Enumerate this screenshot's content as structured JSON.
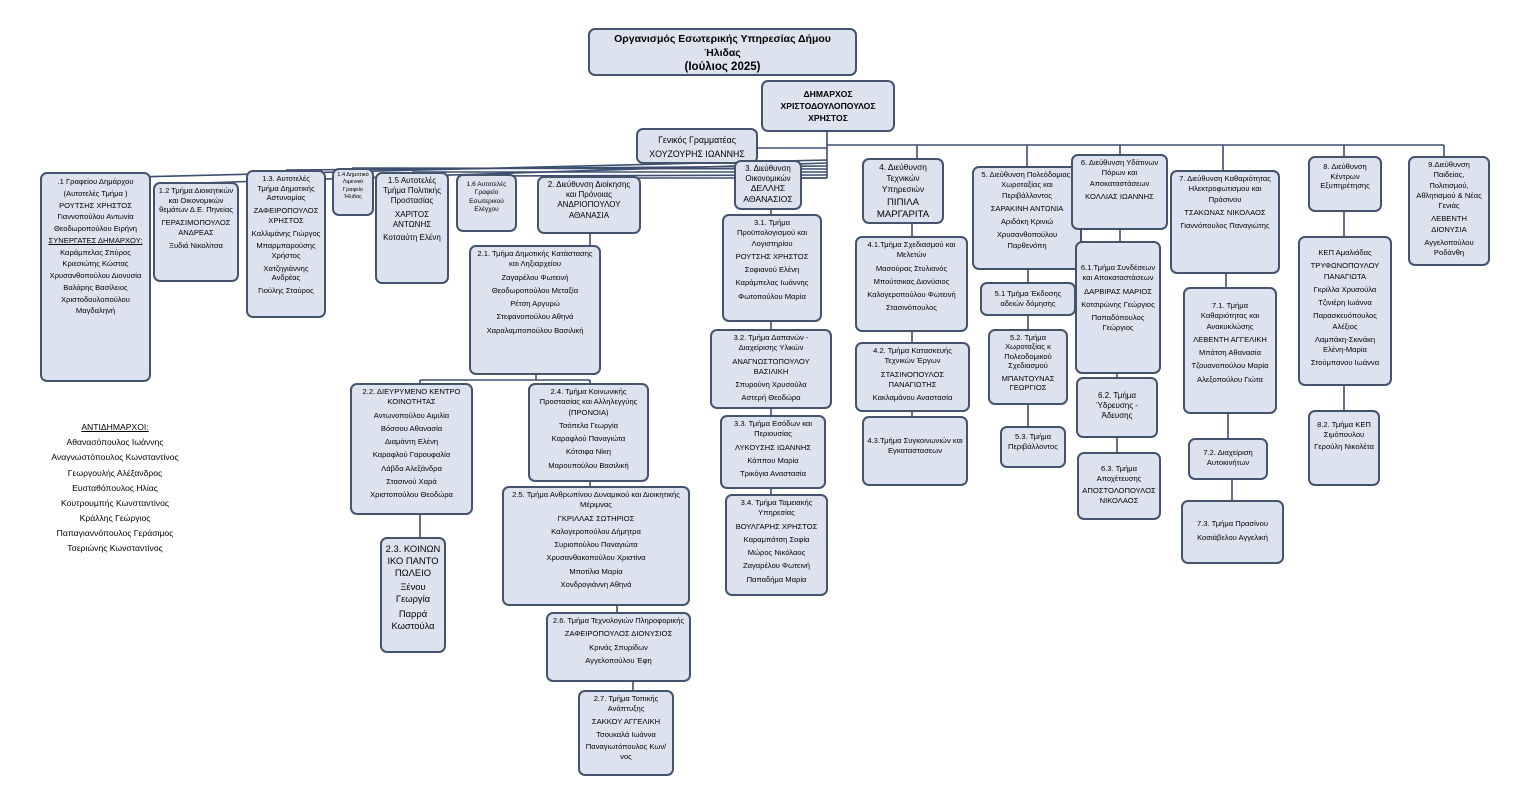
{
  "title": {
    "line1": "Οργανισμός Εσωτερικής Υπηρεσίας Δήμου",
    "line2": "Ήλιδας",
    "line3": "(Ιούλιος 2025)"
  },
  "mayor": {
    "role": "ΔΗΜΑΡΧΟΣ",
    "name": "ΧΡΙΣΤΟΔΟΥΛΟΠΟΥΛΟΣ ΧΡΗΣΤΟΣ"
  },
  "gensec": {
    "role": "Γενικός Γραμματέας",
    "name": "ΧΟΥΖΟΥΡΗΣ ΙΩΑΝΝΗΣ"
  },
  "b1": {
    "title": ".1 Γραφείου Δημάρχου (Αυτοτελές Τμήμα )",
    "lines": [
      "ΡΟΥΤΣΗΣ ΧΡΗΣΤΟΣ",
      "Γιαννοπούλου Αντωνία",
      "Θεοδωροπούλου Ειρήνη"
    ],
    "subhead": "ΣΥΝΕΡΓΑΤΕΣ ΔΗΜΑΡΧΟΥ:",
    "lines2": [
      "Καράμπελας Σπύρος",
      "Κριεσιώτης Κώστας",
      "Χρυσανθοπούλου Διονυσία",
      "Βαλάρης Βασίλειος",
      "Χριστοδουλοπούλου Μαγδαληνή"
    ]
  },
  "b12": {
    "title": "1.2 Τμήμα Διοικητικών και Οικονομικών θεμάτων Δ.Ε. Πηνείας",
    "lines": [
      "ΓΕΡΑΣΙΜΟΠΟΥΛΟΣ ΑΝΔΡΕΑΣ",
      "Ξυδιά Νικολίτσα"
    ]
  },
  "b13": {
    "title": "1.3. Αυτοτελές Τμήμα Δημοτικής Αστυνομίας",
    "lines": [
      "ΖΑΦΕΙΡΟΠΟΥΛΟΣ ΧΡΗΣΤΟΣ",
      "Καλλιμάνης Γιώργος",
      "Μπαρμπαρούσης Χρήστος",
      "Χατζηγιάννης Ανδρέας",
      "Γιούλης Σταύρος"
    ]
  },
  "b14": {
    "title": "1.4 Δημοτικό Λιμενικό Γραφείο Ήλιδας",
    "lines": []
  },
  "b15": {
    "title": "1.5 Αυτοτελές Τμήμα Πολιτικής Προστασίας",
    "lines": [
      "ΧΑΡΙΤΟΣ ΑΝΤΩΝΗΣ",
      "Κοτσαύτη Ελένη"
    ]
  },
  "b16": {
    "title": "1.6 Αυτοτελές Γραφείο Εσωτερικού Ελέγχου",
    "lines": []
  },
  "b2": {
    "title": "2. Διεύθυνση Διοίκησης και Πρόνοιας",
    "lines": [
      "ΑΝΔΡΙΟΠΟΥΛΟΥ ΑΘΑΝΑΣΙΑ"
    ]
  },
  "b21": {
    "title": "2.1. Τμήμα Δημοτικής Κατάστασης και Ληξιαρχείου",
    "lines": [
      "Ζαγαρέλου Φωτεινή",
      "Θεοδωροπούλου Μεταξία",
      "Ρέτση Αργυρώ",
      "Στεφανοπούλου Αθηνά",
      "Χαραλαμποπούλου Βασιλική"
    ]
  },
  "b22": {
    "title": "2.2. ΔΙΕΥΡΥΜΕΝΟ ΚΕΝΤΡΟ ΚΟΙΝΟΤΗΤΑΣ",
    "lines": [
      "Αντωνοπούλου Αιμιλία",
      "Βόσσου Αθανασία",
      "Διαμάντη Ελένη",
      "Καραφλού Γαρουφαλία",
      "Λάβδα Αλεξάνδρα",
      "Στασινού Χαρά",
      "Χριστοπούλου Θεοδώρα"
    ]
  },
  "b23": {
    "title": "2.3. ΚΟΙΝΩΝΙΚΟ ΠΑΝΤΟΠΩΛΕΙΟ",
    "lines": [
      "Ξένου Γεωργία",
      "Παρρά Κωστούλα"
    ]
  },
  "b24": {
    "title": "2.4. Τμήμα Κοινωνικής Προστασίας και Αλληλεγγύης (ΠΡΟΝΟΙΑ)",
    "lines": [
      "Τσόπελα Γεωργία",
      "Καραφλού Παναγιώτα",
      "Κότσιφα Νίκη",
      "Μαρουπούλου Βασιλική"
    ]
  },
  "b25": {
    "title": "2.5. Τμήμα Ανθρωπίνου Δυναμικού και Διοικητικής Μέριμνας",
    "lines": [
      "ΓΚΡΙΛΛΑΣ ΣΩΤΗΡΙΟΣ",
      "Καλογεροπούλου Δήμητρα",
      "Συριοπούλου Παναγιώτα",
      "Χρυσανθακοπούλου Χριστίνα",
      "Μποτίλια Μαρία",
      "Χονδρογιάννη Αθηνά"
    ]
  },
  "b26": {
    "title": "2.6. Τμήμα Τεχνολογιών Πληροφορικής",
    "lines": [
      "ΖΑΦΕΙΡΟΠΟΥΛΟΣ ΔΙΟΝΥΣΙΟΣ",
      "Κρινάς Σπυρίδων",
      "Αγγελοπούλου Έφη"
    ]
  },
  "b27": {
    "title": "2.7. Τμήμα Τοπικής Ανάπτυξης",
    "lines": [
      "ΣΑΚΚΟΥ ΑΓΓΕΛΙΚΗ",
      "Τσουκαλά Ιωάννα",
      "Παναγιωτόπουλος Κων/νος"
    ]
  },
  "b3": {
    "title": "3. Διεύθυνση Οικονομικών",
    "lines": [
      "ΔΕΛΛΗΣ ΑΘΑΝΑΣΙΟΣ"
    ]
  },
  "b31": {
    "title": "3.1. Τμήμα Προϋπολογισμού και Λογιστηρίου",
    "lines": [
      "ΡΟΥΤΣΗΣ ΧΡΗΣΤΟΣ",
      "Σοφιανού Ελένη",
      "Καράμπελας Ιωάννης",
      "Φωτοπούλου Μαρία"
    ]
  },
  "b32": {
    "title": "3.2. Τμήμα Δαπανών - Διαχείρισης Υλικών",
    "lines": [
      "ΑΝΑΓΝΩΣΤΟΠΟΥΛΟΥ ΒΑΣΙΛΙΚΗ",
      "Σπυρούνη Χρυσούλα",
      "Αστερή Θεοδώρα"
    ]
  },
  "b33": {
    "title": "3.3. Τμήμα Εσόδων και Περιουσίας",
    "lines": [
      "ΛΥΚΟΥΣΗΣ ΙΩΑΝΝΗΣ",
      "Κάππου Μαρία",
      "Τρικόγια Αναστασία"
    ]
  },
  "b34": {
    "title": "3.4. Τμήμα Ταμειακής Υπηρεσίας",
    "lines": [
      "ΒΟΥΛΓΑΡΗΣ ΧΡΗΣΤΟΣ",
      "Καραμπάτση Σοφία",
      "Μώρος Νικόλαος",
      "Ζαγαρέλου Φωτεινή",
      "Παπαδήμα Μαρία"
    ]
  },
  "b4": {
    "title": "4. Διεύθυνση Τεχνικών Υπηρεσιών",
    "lines": [
      "ΠΙΠΙΛΑ ΜΑΡΓΑΡΙΤΑ"
    ]
  },
  "b41": {
    "title": "4.1.Τμήμα Σχεδιασμού και Μελετών",
    "lines": [
      "Μασούρας Στυλιανός",
      "Μπούτσικας Διονύσιος",
      "Καλογεροπούλου Φωτεινή",
      "Στασινόπουλος"
    ]
  },
  "b42": {
    "title": "4.2. Τμήμα Κατασκευής Τεχνικών Έργων",
    "lines": [
      "ΣΤΑΣΙΝΟΠΟΥΛΟΣ ΠΑΝΑΓΙΩΤΗΣ",
      "Κακλαμάνου Αναστασία"
    ]
  },
  "b43": {
    "title": "4.3.Τμήμα Συγκοινωνιών και Εγκαταστασεων",
    "lines": []
  },
  "b5": {
    "title": "5. Διεύθυνση Πολεόδομιας, Χωροταξίας και Περιβάλλοντος",
    "lines": [
      "ΣΑΡΑΚΙΝΗ ΑΝΤΩΝΙΑ",
      "Αριδάκη Κρινιώ",
      "Χρυσανθοπούλου Παρθενόπη"
    ]
  },
  "b51": {
    "title": "5.1 Τμήμα Έκδοσης αδειών δόμησης",
    "lines": []
  },
  "b52": {
    "title": "5.2. Τμήμα Χωροταξίας κ Πολεοδομικού Σχεδιασμού",
    "lines": [
      "ΜΠΑΝΤΟΥΝΑΣ ΓΕΩΡΓΙΟΣ"
    ]
  },
  "b53": {
    "title": "5.3. Τμήμα Περιβάλλοντος",
    "lines": []
  },
  "b6": {
    "title": "6. Διεύθυνση Υδάτινων Πόρων και Αποκαταστάσεων",
    "lines": [
      "ΚΟΛΛΙΑΣ ΙΩΑΝΝΗΣ"
    ]
  },
  "b61": {
    "title": "6.1.Τμήμα Συνδέσεων και Αποκαταστάσεων",
    "lines": [
      "ΔΑΡΒΙΡΑΣ ΜΑΡΙΟΣ",
      "Κοτσιρώνης Γεώργιος",
      "Παπαδόπουλος Γεώργιος"
    ]
  },
  "b62": {
    "title": "6.2. Τμήμα Ύδρευσης - Άδευσης",
    "lines": []
  },
  "b63": {
    "title": "6.3. Τμήμα Αποχέτευσης",
    "lines": [
      "ΑΠΟΣΤΟΛΟΠΟΥΛΟΣ ΝΙΚΟΛΑΟΣ"
    ]
  },
  "b7": {
    "title": "7. Διεύθυνση Καθαριότητας Ηλεκτροφωτισμου και Πράσινου",
    "lines": [
      "ΤΣΑΚΩΝΑΣ ΝΙΚΟΛΑΟΣ",
      "Γιαννόπουλος Παναγιώτης"
    ]
  },
  "b71": {
    "title": "7.1. Τμήμα Καθαριότητας και Ανακυκλώσης",
    "lines": [
      "ΛΕΒΕΝΤΗ ΑΓΓΕΛΙΚΗ",
      "Μπάτση Αθανασία",
      "Τζουανοπούλου Μαρία",
      "Αλεξοπούλου Γιώτα"
    ]
  },
  "b72": {
    "title": "7.2. Διαχείριση Αυτοκινήτων",
    "lines": []
  },
  "b73": {
    "title": "7.3. Τμήμα Πρασίνου",
    "lines": [
      "Κοσιάβελου Αγγελική"
    ]
  },
  "b8": {
    "title": "8. Διεύθυνση Κέντρων Εξυπηρέτησης",
    "lines": []
  },
  "b81": {
    "title": "ΚΕΠ Αμαλιάδας",
    "lines": [
      "ΤΡΥΦΩΝΟΠΟΥΛΟΥ ΠΑΝΑΓΙΩΤΑ",
      "Γκρίλλα Χρυσούλα",
      "Τζινιέρη Ιωάννα",
      "Παρασκευόπουλος Αλέξιος",
      "Λαμπάκη-Σκινάκη Ελένη-Μαρία",
      "Στούμπανου Ιωάννα"
    ]
  },
  "b82": {
    "title": "8.2. Τμήμα ΚΕΠ Σιμόπουλου",
    "lines": [
      "Γερούλη Νικολέτα"
    ]
  },
  "b9": {
    "title": "9.Διεύθυνση Παιδείας, Πολιτισμού, Αθλητισμού & Νέας Γενιάς",
    "lines": [
      "ΛΕΒΕΝΤΗ ΔΙΟΝΥΣΙΑ",
      "Αγγελοπούλου Ροδάνθη"
    ]
  },
  "deputies": {
    "heading": "ΑΝΤΙΔΗΜΑΡΧΟΙ:",
    "names": [
      "Αθανασόπουλος Ιωάννης",
      "Αναγνωστόπουλος Κωνσταντίνος",
      "Γεωργουλής Αλέξανδρος",
      "Ευσταθόπουλος Ηλίας",
      "Κουτρουμπής Κωνσταντίνος",
      "Κράλλης Γεώργιος",
      "Παπαγιαννόπουλος Γεράσιμος",
      "Τσεριώνης Κωνσταντίνος"
    ]
  }
}
